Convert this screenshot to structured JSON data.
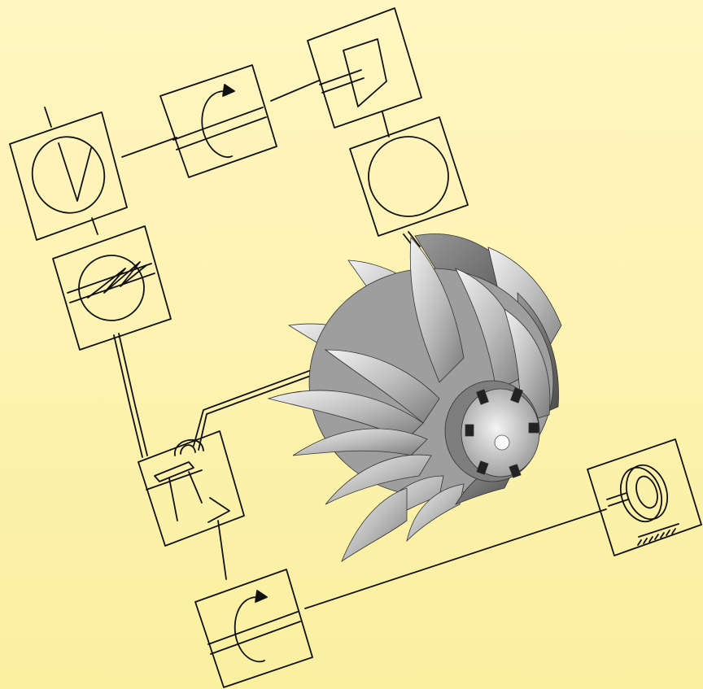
{
  "diagram": {
    "type": "schematic-illustration",
    "background": {
      "top_color": "#FFF6C2",
      "bottom_color": "#FBEFA0"
    },
    "line_color": "#111111",
    "symbols": [
      {
        "id": "fan",
        "icon": "fan-symbol-icon"
      },
      {
        "id": "rotary-drive-top",
        "icon": "rotary-drive-icon"
      },
      {
        "id": "compressor",
        "icon": "compressor-symbol-icon"
      },
      {
        "id": "round-chamber",
        "icon": "circle-chamber-icon"
      },
      {
        "id": "heater",
        "icon": "heating-coil-icon"
      },
      {
        "id": "mixer",
        "icon": "mixing-chamber-icon"
      },
      {
        "id": "rotary-drive-bottom",
        "icon": "rotary-drive-icon"
      },
      {
        "id": "wheel-load",
        "icon": "wheel-on-ground-icon"
      }
    ],
    "illustration": {
      "icon": "turbine-impeller-icon",
      "fill": "#BDBDBD"
    }
  }
}
